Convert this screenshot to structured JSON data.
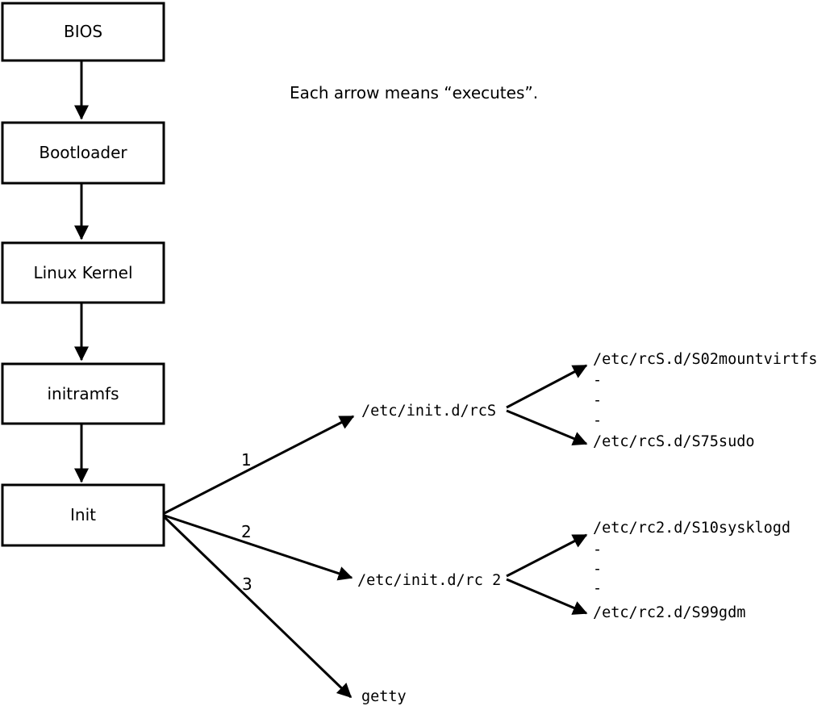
{
  "note": "Each arrow means “executes”.",
  "arrow_meaning": "executes",
  "nodes": {
    "bios": "BIOS",
    "bootloader": "Bootloader",
    "kernel": "Linux Kernel",
    "initramfs": "initramfs",
    "init": "Init"
  },
  "branches": [
    {
      "number": "1",
      "target": "/etc/init.d/rcS",
      "children": [
        "/etc/rcS.d/S02mountvirtfs",
        "-",
        "-",
        "-",
        "/etc/rcS.d/S75sudo"
      ]
    },
    {
      "number": "2",
      "target": "/etc/init.d/rc 2",
      "children": [
        "/etc/rc2.d/S10sysklogd",
        "-",
        "-",
        "-",
        "/etc/rc2.d/S99gdm"
      ]
    },
    {
      "number": "3",
      "target": "getty",
      "children": []
    }
  ],
  "colors": {
    "line": "#000000",
    "background": "#ffffff"
  }
}
